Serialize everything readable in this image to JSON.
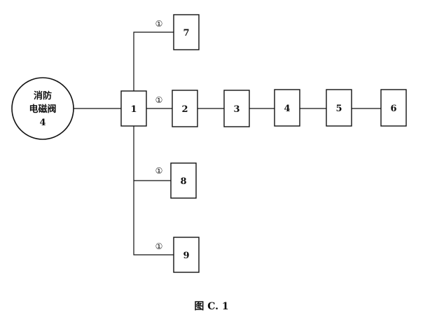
{
  "valve": {
    "line1": "消防",
    "line2": "电磁阀",
    "line3": "4"
  },
  "boxes": {
    "b1": "1",
    "b2": "2",
    "b3": "3",
    "b4": "4",
    "b5": "5",
    "b6": "6",
    "b7": "7",
    "b8": "8",
    "b9": "9"
  },
  "markers": {
    "m7": "①",
    "m2": "①",
    "m8": "①",
    "m9": "①"
  },
  "caption": "图 C. 1"
}
